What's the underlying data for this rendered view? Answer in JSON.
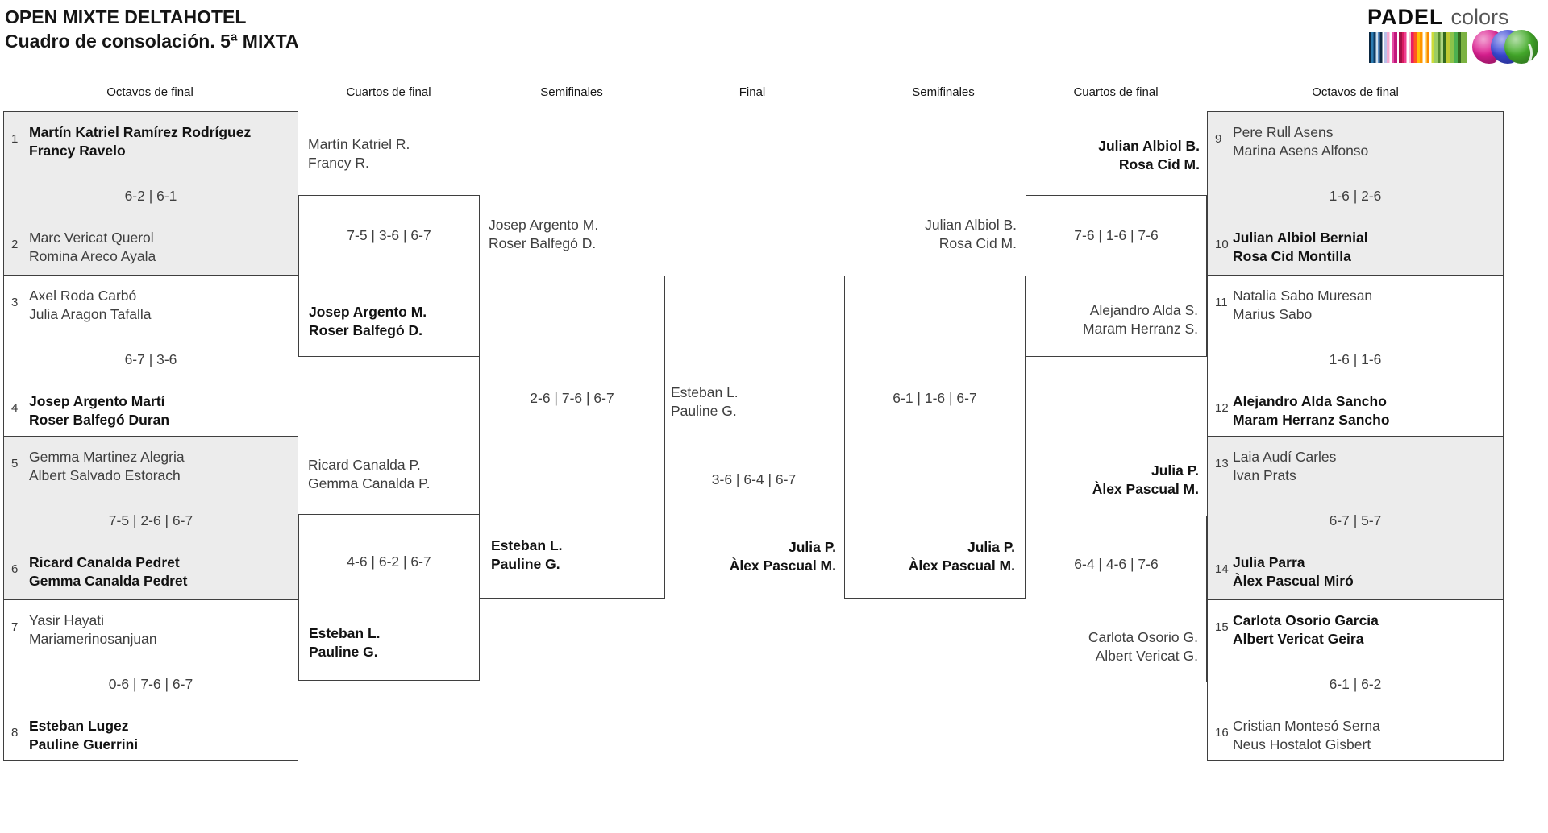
{
  "title": {
    "line1": "OPEN MIXTE DELTAHOTEL",
    "line2": "Cuadro de consolación. 5ª MIXTA"
  },
  "logo": {
    "brand_bold": "PADEL",
    "brand_light": "colors",
    "ball_colors": {
      "pink": "#de1f92",
      "blue": "#3b49d8",
      "green": "#46ae2c"
    }
  },
  "theme": {
    "shaded_row": "#ececec",
    "border": "#3f3f3f",
    "winner_text": "#121212",
    "regular_text": "#3f3f3f"
  },
  "headers": [
    "Octavos de final",
    "Cuartos de final",
    "Semifinales",
    "Final",
    "Semifinales",
    "Cuartos de final",
    "Octavos de final"
  ],
  "bracket": {
    "octavos_left": [
      {
        "top": {
          "seed": "1",
          "names": [
            "Martín Katriel Ramírez Rodríguez",
            "Francy Ravelo"
          ],
          "winner": true
        },
        "score": "6-2 | 6-1",
        "bottom": {
          "seed": "2",
          "names": [
            "Marc Vericat Querol",
            "Romina Areco Ayala"
          ],
          "winner": false
        }
      },
      {
        "top": {
          "seed": "3",
          "names": [
            "Axel Roda Carbó",
            "Julia Aragon Tafalla"
          ],
          "winner": false
        },
        "score": "6-7 | 3-6",
        "bottom": {
          "seed": "4",
          "names": [
            "Josep Argento Martí",
            "Roser Balfegó Duran"
          ],
          "winner": true
        }
      },
      {
        "top": {
          "seed": "5",
          "names": [
            "Gemma Martinez Alegria",
            "Albert Salvado Estorach"
          ],
          "winner": false
        },
        "score": "7-5 | 2-6 | 6-7",
        "bottom": {
          "seed": "6",
          "names": [
            "Ricard Canalda Pedret",
            "Gemma Canalda Pedret"
          ],
          "winner": true
        }
      },
      {
        "top": {
          "seed": "7",
          "names": [
            "Yasir Hayati",
            "Mariamerinosanjuan"
          ],
          "winner": false
        },
        "score": "0-6 | 7-6 | 6-7",
        "bottom": {
          "seed": "8",
          "names": [
            "Esteban Lugez",
            "Pauline Guerrini"
          ],
          "winner": true
        }
      }
    ],
    "octavos_right": [
      {
        "top": {
          "seed": "9",
          "names": [
            "Pere Rull Asens",
            "Marina Asens Alfonso"
          ],
          "winner": false
        },
        "score": "1-6 | 2-6",
        "bottom": {
          "seed": "10",
          "names": [
            "Julian Albiol Bernial",
            "Rosa Cid Montilla"
          ],
          "winner": true
        }
      },
      {
        "top": {
          "seed": "11",
          "names": [
            "Natalia Sabo Muresan",
            "Marius Sabo"
          ],
          "winner": false
        },
        "score": "1-6 | 1-6",
        "bottom": {
          "seed": "12",
          "names": [
            "Alejandro Alda Sancho",
            "Maram Herranz Sancho"
          ],
          "winner": true
        }
      },
      {
        "top": {
          "seed": "13",
          "names": [
            "Laia Audí Carles",
            "Ivan Prats"
          ],
          "winner": false
        },
        "score": "6-7 | 5-7",
        "bottom": {
          "seed": "14",
          "names": [
            "Julia Parra",
            "Àlex Pascual Miró"
          ],
          "winner": true
        }
      },
      {
        "top": {
          "seed": "15",
          "names": [
            "Carlota Osorio Garcia",
            "Albert Vericat Geira"
          ],
          "winner": true
        },
        "score": "6-1 | 6-2",
        "bottom": {
          "seed": "16",
          "names": [
            "Cristian Montesó Serna",
            "Neus Hostalot Gisbert"
          ],
          "winner": false
        }
      }
    ],
    "cuartos_left": [
      {
        "top": {
          "names": [
            "Martín Katriel R.",
            "Francy R."
          ],
          "winner": false
        },
        "score": "7-5 | 3-6 | 6-7",
        "bottom": {
          "names": [
            "Josep Argento M.",
            "Roser Balfegó D."
          ],
          "winner": true
        }
      },
      {
        "top": {
          "names": [
            "Ricard Canalda P.",
            "Gemma Canalda P."
          ],
          "winner": false
        },
        "score": "4-6 | 6-2 | 6-7",
        "bottom": {
          "names": [
            "Esteban L.",
            "Pauline G."
          ],
          "winner": true
        }
      }
    ],
    "cuartos_right": [
      {
        "top": {
          "names": [
            "Julian Albiol B.",
            "Rosa Cid M."
          ],
          "winner": true
        },
        "score": "7-6 | 1-6 | 7-6",
        "bottom": {
          "names": [
            "Alejandro Alda S.",
            "Maram Herranz S."
          ],
          "winner": false
        }
      },
      {
        "top": {
          "names": [
            "Julia P.",
            "Àlex Pascual M."
          ],
          "winner": true
        },
        "score": "6-4 | 4-6 | 7-6",
        "bottom": {
          "names": [
            "Carlota Osorio G.",
            "Albert Vericat G."
          ],
          "winner": false
        }
      }
    ],
    "semifinal_left": {
      "top": {
        "names": [
          "Josep Argento M.",
          "Roser Balfegó D."
        ],
        "winner": false
      },
      "score": "2-6 | 7-6 | 6-7",
      "bottom": {
        "names": [
          "Esteban L.",
          "Pauline G."
        ],
        "winner": true
      }
    },
    "semifinal_right": {
      "top": {
        "names": [
          "Julian Albiol B.",
          "Rosa Cid M."
        ],
        "winner": false
      },
      "score": "6-1 | 1-6 | 6-7",
      "bottom": {
        "names": [
          "Julia P.",
          "Àlex Pascual M."
        ],
        "winner": true
      }
    },
    "final": {
      "top": {
        "names": [
          "Esteban L.",
          "Pauline G."
        ],
        "winner": false
      },
      "score": "3-6 | 6-4 | 6-7",
      "bottom": {
        "names": [
          "Julia P.",
          "Àlex Pascual M."
        ],
        "winner": true
      }
    }
  }
}
